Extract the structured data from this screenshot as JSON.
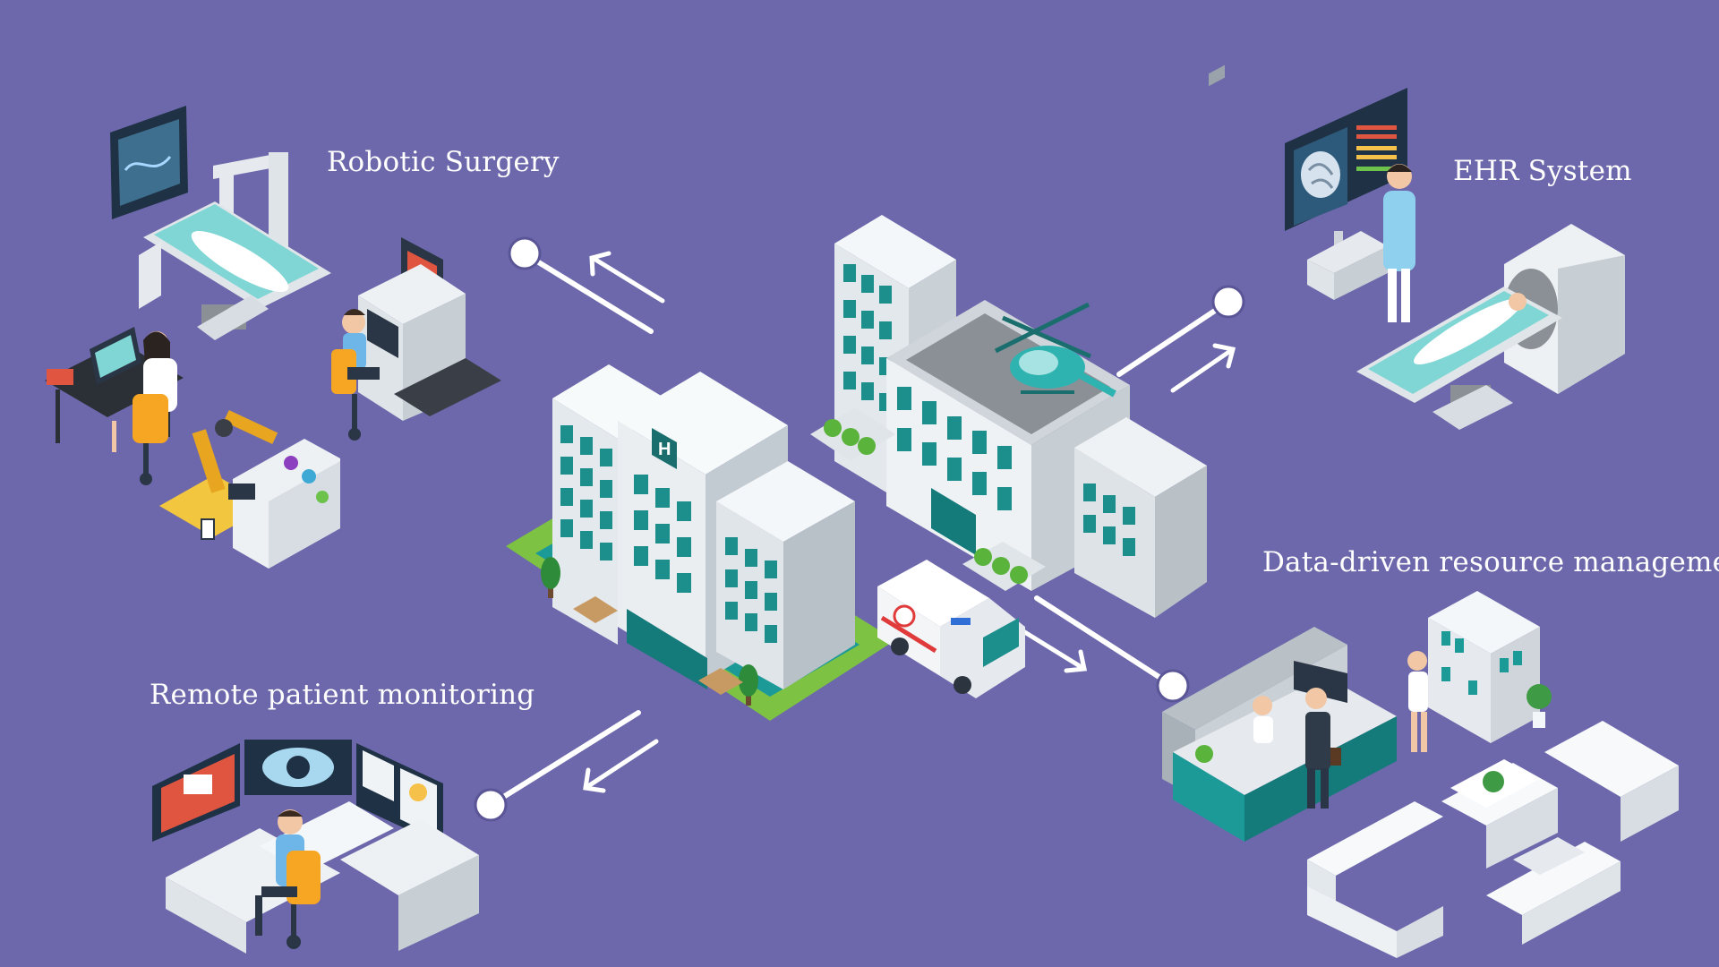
{
  "diagram": {
    "background_color": "#6c68ab",
    "labels": {
      "robotic_surgery": "Robotic Surgery",
      "ehr_system": "EHR System",
      "remote_monitoring": "Remote patient monitoring",
      "resource_management": "Data-driven resource management"
    },
    "hospital": {
      "sign_letter": "H"
    },
    "icons": [
      "hospital-building-icon",
      "helicopter-icon",
      "ambulance-icon",
      "surgical-robot-icon",
      "ehr-monitor-icon",
      "mri-scanner-icon",
      "remote-monitoring-console-icon",
      "reception-desk-icon",
      "lounge-sofa-icon"
    ],
    "colors": {
      "teal": "#1c9a98",
      "dark_teal": "#147a7a",
      "building_white": "#f2f5f7",
      "grass": "#7dc243",
      "chair_orange": "#f6a623",
      "connector_white": "#ffffff"
    }
  }
}
